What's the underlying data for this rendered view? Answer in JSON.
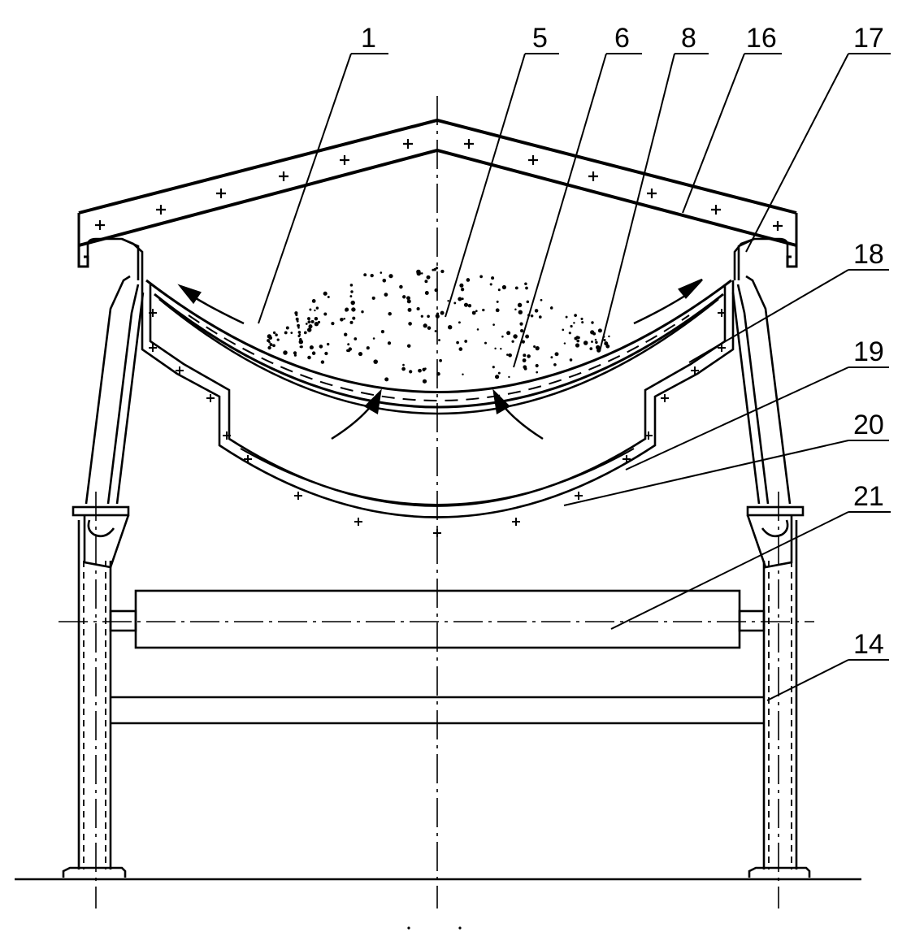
{
  "diagram": {
    "labels": {
      "l1": "1",
      "l5": "5",
      "l6": "6",
      "l8": "8",
      "l16": "16",
      "l17": "17",
      "l18": "18",
      "l19": "19",
      "l20": "20",
      "l21": "21",
      "l14": "14"
    },
    "colors": {
      "line": "#000000",
      "background": "#ffffff"
    }
  }
}
